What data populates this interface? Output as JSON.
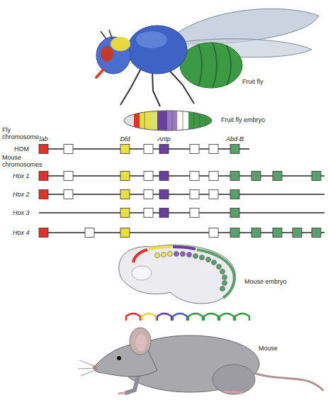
{
  "diagram": {
    "labels": [
      "Fruit fly",
      "Fruit fly embryo",
      "Fly chromosome",
      "lab",
      "Dfd",
      "Antp",
      "Abd-B",
      "HOM",
      "Mouse chromosomes",
      "Hox 1",
      "Hox 2",
      "Hox 3",
      "Hox 4",
      "Mouse embryo",
      "Mouse"
    ]
  }
}
